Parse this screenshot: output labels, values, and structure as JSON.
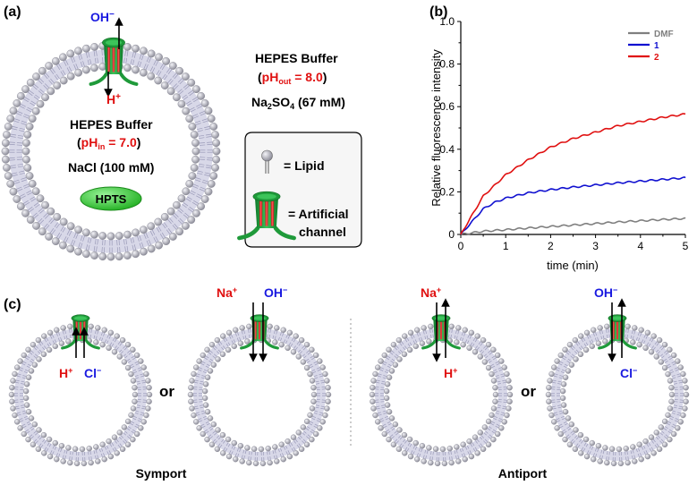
{
  "panel_labels": {
    "a": "(a)",
    "b": "(b)",
    "c": "(c)"
  },
  "panel_a": {
    "ion_top": "OH",
    "ion_top_charge": "−",
    "ion_bottom": "H",
    "ion_bottom_charge": "+",
    "inner_buffer": "HEPES Buffer",
    "inner_ph_prefix": "(",
    "inner_ph_label": "pH",
    "inner_ph_sub": "in",
    "inner_ph_value": " = 7.0",
    "inner_ph_suffix": ")",
    "inner_salt": "NaCl (100 mM)",
    "dye": "HPTS",
    "outer_buffer": "HEPES Buffer",
    "outer_ph_prefix": "(",
    "outer_ph_label": "pH",
    "outer_ph_sub": "out",
    "outer_ph_value": " = 8.0",
    "outer_ph_suffix": ")",
    "outer_salt_a": "Na",
    "outer_salt_sub": "2",
    "outer_salt_b": "SO",
    "outer_salt_sub2": "4",
    "outer_salt_c": " (67 mM)",
    "legend_lipid": "= Lipid",
    "legend_channel_line1": "= Artificial",
    "legend_channel_line2": "channel"
  },
  "colors": {
    "blue_ion": "#1a1ae0",
    "red_ion": "#e01010",
    "channel_green": "#1f9a3a",
    "channel_red": "#e02020",
    "lipid_gray": "#a8a8b4",
    "hpts_green": "#33cc33"
  },
  "chart_data": {
    "type": "line",
    "xlabel": "time (min)",
    "ylabel": "Relative fluorescence intensity",
    "xlim": [
      0,
      5
    ],
    "ylim": [
      0,
      1.0
    ],
    "x_ticks": [
      "0",
      "1",
      "2",
      "3",
      "4",
      "5"
    ],
    "y_ticks": [
      "0",
      "0.2",
      "0.4",
      "0.6",
      "0.8",
      "1.0"
    ],
    "legend_position": "top-right",
    "series": [
      {
        "name": "DMF",
        "color": "#7f7f7f",
        "x": [
          0,
          0.5,
          1,
          1.5,
          2,
          2.5,
          3,
          3.5,
          4,
          4.5,
          5
        ],
        "y": [
          0,
          0.015,
          0.022,
          0.03,
          0.037,
          0.044,
          0.051,
          0.058,
          0.064,
          0.07,
          0.075
        ]
      },
      {
        "name": "1",
        "color": "#1010d0",
        "x": [
          0,
          0.25,
          0.5,
          0.75,
          1,
          1.5,
          2,
          2.5,
          3,
          3.5,
          4,
          4.5,
          5
        ],
        "y": [
          0,
          0.06,
          0.12,
          0.15,
          0.17,
          0.195,
          0.21,
          0.222,
          0.232,
          0.242,
          0.25,
          0.258,
          0.266
        ]
      },
      {
        "name": "2",
        "color": "#e01010",
        "x": [
          0,
          0.25,
          0.5,
          0.75,
          1,
          1.5,
          2,
          2.5,
          3,
          3.5,
          4,
          4.5,
          5
        ],
        "y": [
          0,
          0.09,
          0.18,
          0.23,
          0.28,
          0.35,
          0.41,
          0.45,
          0.48,
          0.51,
          0.53,
          0.55,
          0.565
        ]
      }
    ]
  },
  "panel_c": {
    "v1_ion_left": "H",
    "v1_ion_left_charge": "+",
    "v1_ion_right": "Cl",
    "v1_ion_right_charge": "−",
    "or1": "or",
    "v2_ion_left": "Na",
    "v2_ion_left_charge": "+",
    "v2_ion_right": "OH",
    "v2_ion_right_charge": "−",
    "v3_ion_top": "Na",
    "v3_ion_top_charge": "+",
    "v3_ion_bottom": "H",
    "v3_ion_bottom_charge": "+",
    "or2": "or",
    "v4_ion_top": "OH",
    "v4_ion_top_charge": "−",
    "v4_ion_bottom": "Cl",
    "v4_ion_bottom_charge": "−",
    "symport": "Symport",
    "antiport": "Antiport"
  }
}
